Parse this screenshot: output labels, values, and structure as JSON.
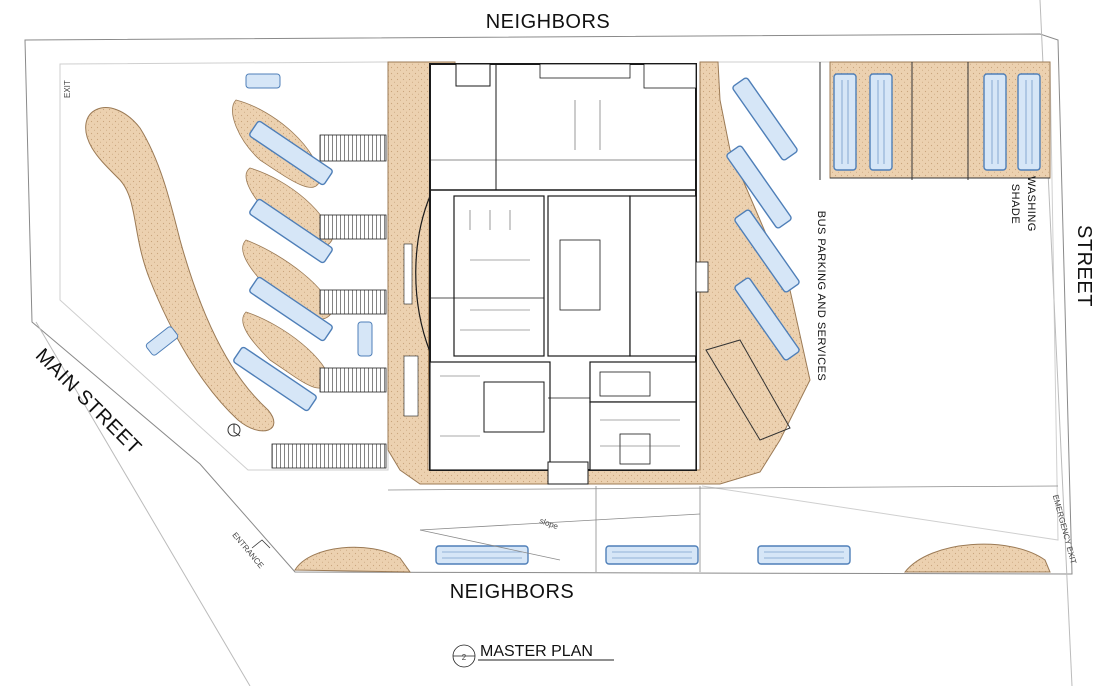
{
  "labels": {
    "neighbors_top": "NEIGHBORS",
    "neighbors_bottom": "NEIGHBORS",
    "main_street": "MAIN STREET",
    "street_right": "STREET",
    "bus_parking": "BUS PARKING AND SERVICES",
    "washing_line1": "WASHING",
    "washing_line2": "SHADE",
    "exit_left": "EXIT",
    "entrance": "ENTRANCE",
    "emergency_exit": "EMERGENCY EXIT",
    "slope": "slope",
    "title": "MASTER PLAN",
    "title_number": "2"
  },
  "colors": {
    "landscape": "#e8c9a4",
    "bus_fill": "#d6e6f7",
    "bus_stroke": "#4f7fb8",
    "line": "#222222",
    "grey_line": "#9a9a9a"
  }
}
